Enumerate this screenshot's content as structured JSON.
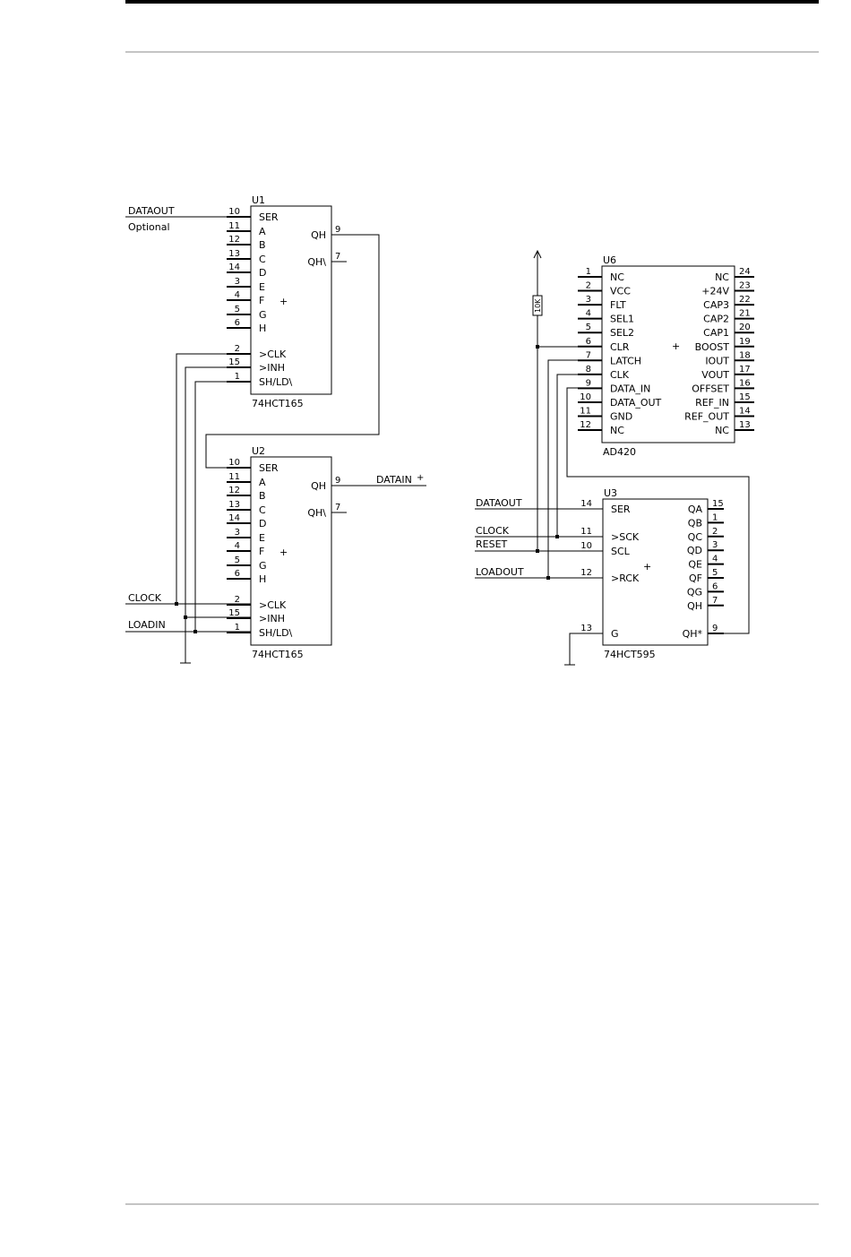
{
  "u1": {
    "ref": "U1",
    "part": "74HCT165",
    "pins": [
      {
        "num": "10",
        "name": "SER"
      },
      {
        "num": "11",
        "name": "A"
      },
      {
        "num": "12",
        "name": "B"
      },
      {
        "num": "13",
        "name": "C"
      },
      {
        "num": "14",
        "name": "D"
      },
      {
        "num": "3",
        "name": "E"
      },
      {
        "num": "4",
        "name": "F"
      },
      {
        "num": "5",
        "name": "G"
      },
      {
        "num": "6",
        "name": "H"
      },
      {
        "num": "2",
        "name": ">CLK"
      },
      {
        "num": "15",
        "name": ">INH"
      },
      {
        "num": "1",
        "name": "SH/LD\\"
      },
      {
        "num": "9",
        "name": "QH"
      },
      {
        "num": "7",
        "name": "QH\\"
      }
    ]
  },
  "u2": {
    "ref": "U2",
    "part": "74HCT165",
    "pins": [
      {
        "num": "10",
        "name": "SER"
      },
      {
        "num": "11",
        "name": "A"
      },
      {
        "num": "12",
        "name": "B"
      },
      {
        "num": "13",
        "name": "C"
      },
      {
        "num": "14",
        "name": "D"
      },
      {
        "num": "3",
        "name": "E"
      },
      {
        "num": "4",
        "name": "F"
      },
      {
        "num": "5",
        "name": "G"
      },
      {
        "num": "6",
        "name": "H"
      },
      {
        "num": "2",
        "name": ">CLK"
      },
      {
        "num": "15",
        "name": ">INH"
      },
      {
        "num": "1",
        "name": "SH/LD\\"
      },
      {
        "num": "9",
        "name": "QH"
      },
      {
        "num": "7",
        "name": "QH\\"
      }
    ]
  },
  "u6": {
    "ref": "U6",
    "part": "AD420",
    "left_pins": [
      {
        "num": "1",
        "name": "NC"
      },
      {
        "num": "2",
        "name": "VCC"
      },
      {
        "num": "3",
        "name": "FLT"
      },
      {
        "num": "4",
        "name": "SEL1"
      },
      {
        "num": "5",
        "name": "SEL2"
      },
      {
        "num": "6",
        "name": "CLR"
      },
      {
        "num": "7",
        "name": "LATCH"
      },
      {
        "num": "8",
        "name": "CLK"
      },
      {
        "num": "9",
        "name": "DATA_IN"
      },
      {
        "num": "10",
        "name": "DATA_OUT"
      },
      {
        "num": "11",
        "name": "GND"
      },
      {
        "num": "12",
        "name": "NC"
      }
    ],
    "right_pins": [
      {
        "num": "24",
        "name": "NC"
      },
      {
        "num": "23",
        "name": "+24V"
      },
      {
        "num": "22",
        "name": "CAP3"
      },
      {
        "num": "21",
        "name": "CAP2"
      },
      {
        "num": "20",
        "name": "CAP1"
      },
      {
        "num": "19",
        "name": "BOOST"
      },
      {
        "num": "18",
        "name": "IOUT"
      },
      {
        "num": "17",
        "name": "VOUT"
      },
      {
        "num": "16",
        "name": "OFFSET"
      },
      {
        "num": "15",
        "name": "REF_IN"
      },
      {
        "num": "14",
        "name": "REF_OUT"
      },
      {
        "num": "13",
        "name": "NC"
      }
    ]
  },
  "u3": {
    "ref": "U3",
    "part": "74HCT595",
    "left_pins": [
      {
        "num": "14",
        "name": "SER"
      },
      {
        "num": "11",
        "name": ">SCK"
      },
      {
        "num": "10",
        "name": "SCL"
      },
      {
        "num": "12",
        "name": ">RCK"
      },
      {
        "num": "13",
        "name": "G"
      }
    ],
    "right_pins": [
      {
        "num": "15",
        "name": "QA"
      },
      {
        "num": "1",
        "name": "QB"
      },
      {
        "num": "2",
        "name": "QC"
      },
      {
        "num": "3",
        "name": "QD"
      },
      {
        "num": "4",
        "name": "QE"
      },
      {
        "num": "5",
        "name": "QF"
      },
      {
        "num": "6",
        "name": "QG"
      },
      {
        "num": "7",
        "name": "QH"
      },
      {
        "num": "9",
        "name": "QH*"
      }
    ]
  },
  "resistor_value": "10K",
  "nets": {
    "dataout_left": "DATAOUT",
    "optional_note": "Optional",
    "clock_left": "CLOCK",
    "loadin": "LOADIN",
    "datain": "DATAIN",
    "dataout_right": "DATAOUT",
    "clock_right": "CLOCK",
    "reset": "RESET",
    "loadout": "LOADOUT"
  },
  "plus_mark": "+"
}
